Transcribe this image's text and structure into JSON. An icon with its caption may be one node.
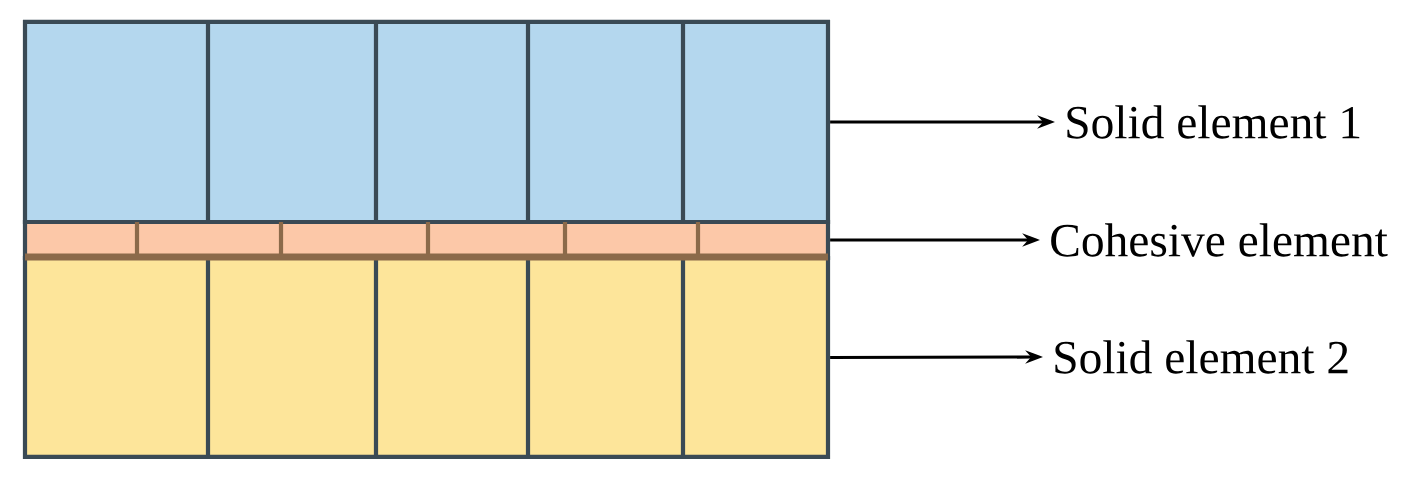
{
  "diagram": {
    "nodes": [
      {
        "text": [],
        "shape": "box"
      },
      {
        "text": [],
        "shape": "box"
      },
      {
        "text": [],
        "shape": "box"
      },
      {
        "text": [
          "Solid element 1"
        ]
      },
      {
        "text": [
          "Cohesive element"
        ]
      },
      {
        "text": [
          "Solid element 2"
        ]
      }
    ],
    "edges": [
      {
        "from": 0,
        "to": 3,
        "arrow": "to"
      },
      {
        "from": 1,
        "to": 4,
        "arrow": "to"
      },
      {
        "from": 2,
        "to": 5,
        "arrow": "to"
      }
    ]
  }
}
